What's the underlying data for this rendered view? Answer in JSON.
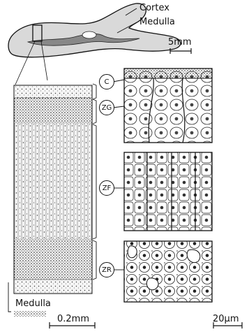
{
  "labels": {
    "cortex": "Cortex",
    "medulla_top": "Medulla",
    "scale_top": "5mm",
    "zone_c": "C",
    "zone_zg": "ZG",
    "zone_zf": "ZF",
    "zone_zr": "ZR",
    "medulla_bottom": "Medulla",
    "scale_left": "0.2mm",
    "scale_right": "20µm"
  },
  "colors": {
    "ink": "#111111",
    "paper": "#ffffff",
    "gland": "#d9d9d9"
  }
}
